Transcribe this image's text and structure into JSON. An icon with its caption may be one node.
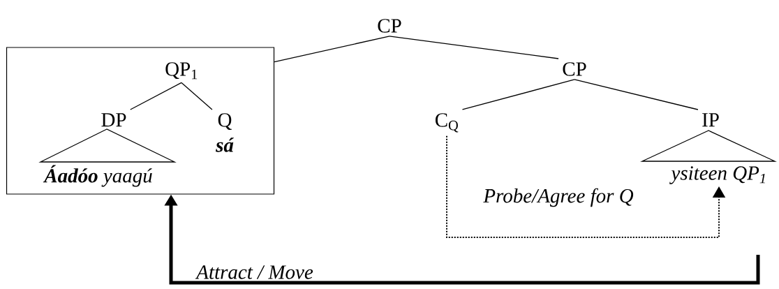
{
  "diagram": {
    "nodes": [
      {
        "text": [
          "CP"
        ]
      },
      {
        "text": [],
        "shape": "box"
      },
      {
        "text": [
          "QP$_{1}$"
        ],
        "in": 1
      },
      {
        "text": [
          "DP"
        ],
        "in": 1
      },
      {
        "text": [
          "Q",
          "sá"
        ],
        "in": 1
      },
      {
        "text": [
          "**Áadóo** yaagú"
        ],
        "in": 1
      },
      {
        "text": [
          "CP"
        ]
      },
      {
        "text": [
          "C$_{Q}$"
        ]
      },
      {
        "text": [
          "IP"
        ]
      },
      {
        "text": [
          "ysiteen QP$_{1}$"
        ]
      }
    ],
    "edges": [
      {
        "from": 0,
        "to": 1,
        "arrow": "none"
      },
      {
        "from": 0,
        "to": 6,
        "arrow": "none"
      },
      {
        "from": 2,
        "to": 3,
        "arrow": "none"
      },
      {
        "from": 2,
        "to": 4,
        "arrow": "none"
      },
      {
        "from": 6,
        "to": 7,
        "arrow": "none"
      },
      {
        "from": 6,
        "to": 8,
        "arrow": "none"
      },
      {
        "from": 7,
        "to": 9,
        "arrow": "to",
        "style": "dashed",
        "label": "Probe/Agree for Q"
      },
      {
        "from": null,
        "to": 1,
        "arrow": "to",
        "style": "thick",
        "label": "Attract / Move"
      }
    ]
  }
}
